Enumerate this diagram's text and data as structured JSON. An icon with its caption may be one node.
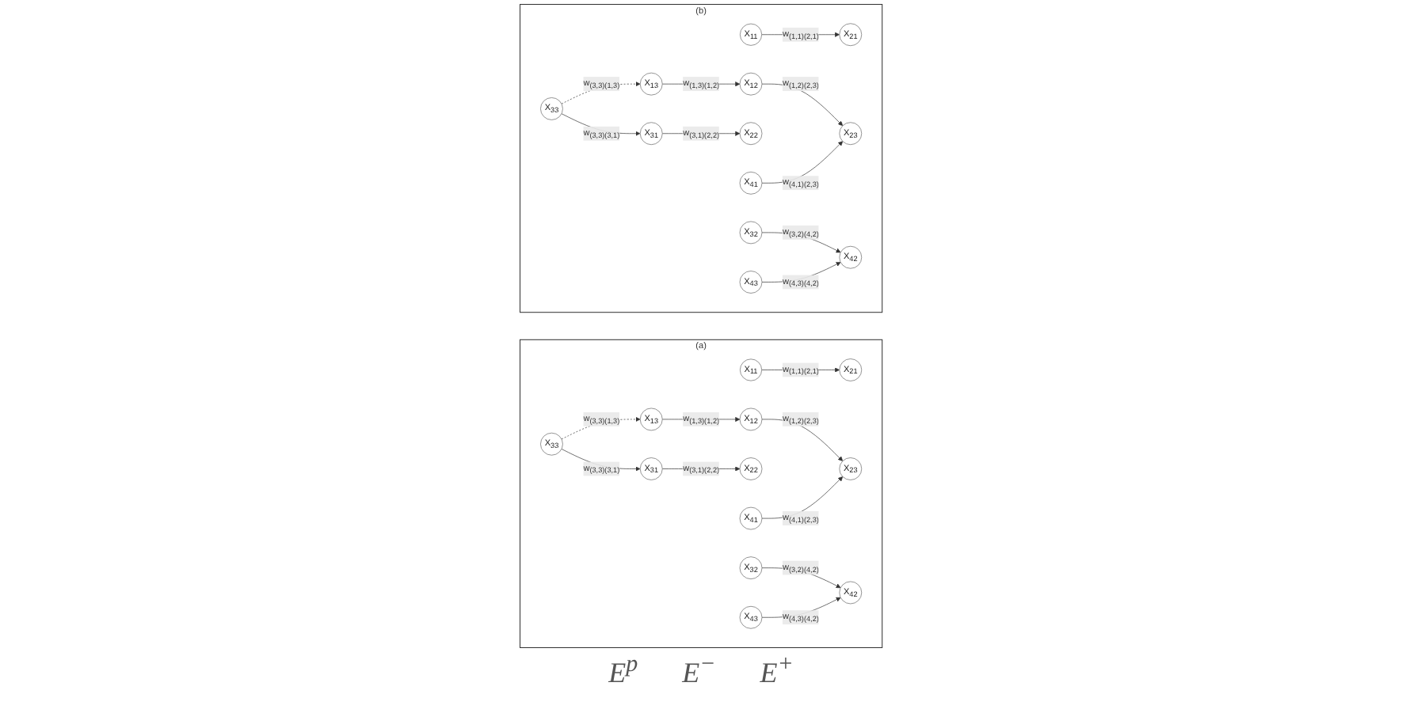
{
  "diagram": {
    "nodes": [
      {
        "text": [
          "(a)"
        ]
      },
      {
        "text": [
          "X$_{11}$"
        ],
        "in": 0
      },
      {
        "text": [
          "X$_{21}$"
        ],
        "in": 0
      },
      {
        "text": [
          "X$_{12}$"
        ],
        "in": 0
      },
      {
        "text": [
          "X$_{22}$"
        ],
        "in": 0
      },
      {
        "text": [
          "X$_{13}$"
        ],
        "in": 0
      },
      {
        "text": [
          "X$_{23}$"
        ],
        "in": 0
      },
      {
        "text": [
          "X$_{31}$"
        ],
        "in": 0
      },
      {
        "text": [
          "X$_{41}$"
        ],
        "in": 0
      },
      {
        "text": [
          "X$_{32}$"
        ],
        "in": 0
      },
      {
        "text": [
          "X$_{42}$"
        ],
        "in": 0
      },
      {
        "text": [
          "X$_{33}$"
        ],
        "in": 0
      },
      {
        "text": [
          "X$_{43}$"
        ],
        "in": 0
      },
      {
        "text": [
          "(b)"
        ]
      },
      {
        "text": [
          "X$_{11}$"
        ],
        "in": 13
      },
      {
        "text": [
          "X$_{21}$"
        ],
        "in": 13
      },
      {
        "text": [
          "X$_{12}$"
        ],
        "in": 13
      },
      {
        "text": [
          "X$_{22}$"
        ],
        "in": 13
      },
      {
        "text": [
          "X$_{13}$"
        ],
        "in": 13
      },
      {
        "text": [
          "X$_{23}$"
        ],
        "in": 13
      },
      {
        "text": [
          "X$_{31}$"
        ],
        "in": 13
      },
      {
        "text": [
          "X$_{41}$"
        ],
        "in": 13
      },
      {
        "text": [
          "X$_{32}$"
        ],
        "in": 13
      },
      {
        "text": [
          "X$_{42}$"
        ],
        "in": 13
      },
      {
        "text": [
          "X$_{33}$"
        ],
        "in": 13
      },
      {
        "text": [
          "X$_{43}$"
        ],
        "in": 13
      }
    ],
    "edges": [
      {
        "from": 1,
        "to": 2,
        "arrow": "to",
        "label": "w$_{(1,1)(2,1)}$"
      },
      {
        "from": 3,
        "to": 6,
        "arrow": "to",
        "label": "w$_{(1,2)(2,3)}$"
      },
      {
        "from": 5,
        "to": 3,
        "arrow": "to",
        "label": "w$_{(1,3)(1,2)}$"
      },
      {
        "from": 7,
        "to": 4,
        "arrow": "to",
        "label": "w$_{(3,1)(2,2)}$"
      },
      {
        "from": 8,
        "to": 6,
        "arrow": "to",
        "label": "w$_{(4,1)(2,3)}$"
      },
      {
        "from": 11,
        "to": 5,
        "arrow": "to",
        "label": "w$_{(3,3)(1,3)}$",
        "style": "dashed"
      },
      {
        "from": 11,
        "to": 7,
        "arrow": "to",
        "label": "w$_{(3,3)(3,1)}$"
      },
      {
        "from": 9,
        "to": 10,
        "arrow": "to",
        "label": "w$_{(3,2)(4,2)}$"
      },
      {
        "from": 12,
        "to": 10,
        "arrow": "to",
        "label": "w$_{(4,3)(4,2)}$"
      },
      {
        "from": 14,
        "to": 15,
        "arrow": "to",
        "label": "w$_{(1,1)(2,1)}$"
      },
      {
        "from": 16,
        "to": 19,
        "arrow": "to",
        "label": "w$_{(1,2)(2,3)}$"
      },
      {
        "from": 18,
        "to": 16,
        "arrow": "to",
        "label": "w$_{(1,3)(1,2)}$"
      },
      {
        "from": 20,
        "to": 17,
        "arrow": "to",
        "label": "w$_{(3,1)(2,2)}$"
      },
      {
        "from": 21,
        "to": 19,
        "arrow": "to",
        "label": "w$_{(4,1)(2,3)}$"
      },
      {
        "from": 24,
        "to": 18,
        "arrow": "to",
        "label": "w$_{(3,3)(1,3)}$",
        "style": "dashed"
      },
      {
        "from": 24,
        "to": 20,
        "arrow": "to",
        "label": "w$_{(3,3)(3,1)}$"
      },
      {
        "from": 22,
        "to": 23,
        "arrow": "to",
        "label": "w$_{(3,2)(4,2)}$"
      },
      {
        "from": 25,
        "to": 23,
        "arrow": "to",
        "label": "w$_{(4,3)(4,2)}$"
      }
    ],
    "labels": [
      "E$^{p}$",
      "E$^{−}$",
      "E$^{+}$"
    ]
  }
}
